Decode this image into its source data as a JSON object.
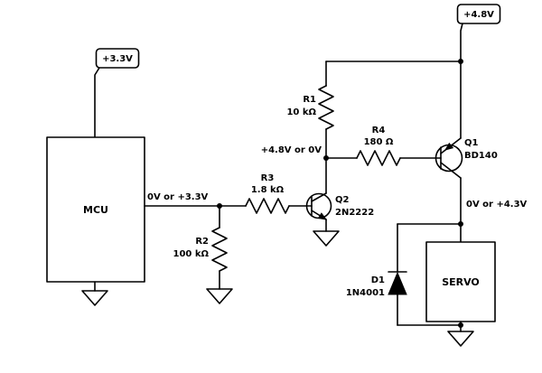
{
  "colors": {
    "ink": "#000000",
    "background": "#ffffff"
  },
  "supplies": {
    "mcu_rail": "+3.3V",
    "servo_rail": "+4.8V"
  },
  "blocks": {
    "mcu": "MCU",
    "servo": "SERVO"
  },
  "nets": {
    "mcu_output": "0V or +3.3V",
    "q2_collector": "+4.8V or 0V",
    "servo_input": "0V or +4.3V"
  },
  "components": {
    "r1": {
      "ref": "R1",
      "value": "10 kΩ"
    },
    "r2": {
      "ref": "R2",
      "value": "100 kΩ"
    },
    "r3": {
      "ref": "R3",
      "value": "1.8 kΩ"
    },
    "r4": {
      "ref": "R4",
      "value": "180 Ω"
    },
    "q1": {
      "ref": "Q1",
      "part": "BD140"
    },
    "q2": {
      "ref": "Q2",
      "part": "2N2222"
    },
    "d1": {
      "ref": "D1",
      "part": "1N4001"
    }
  }
}
